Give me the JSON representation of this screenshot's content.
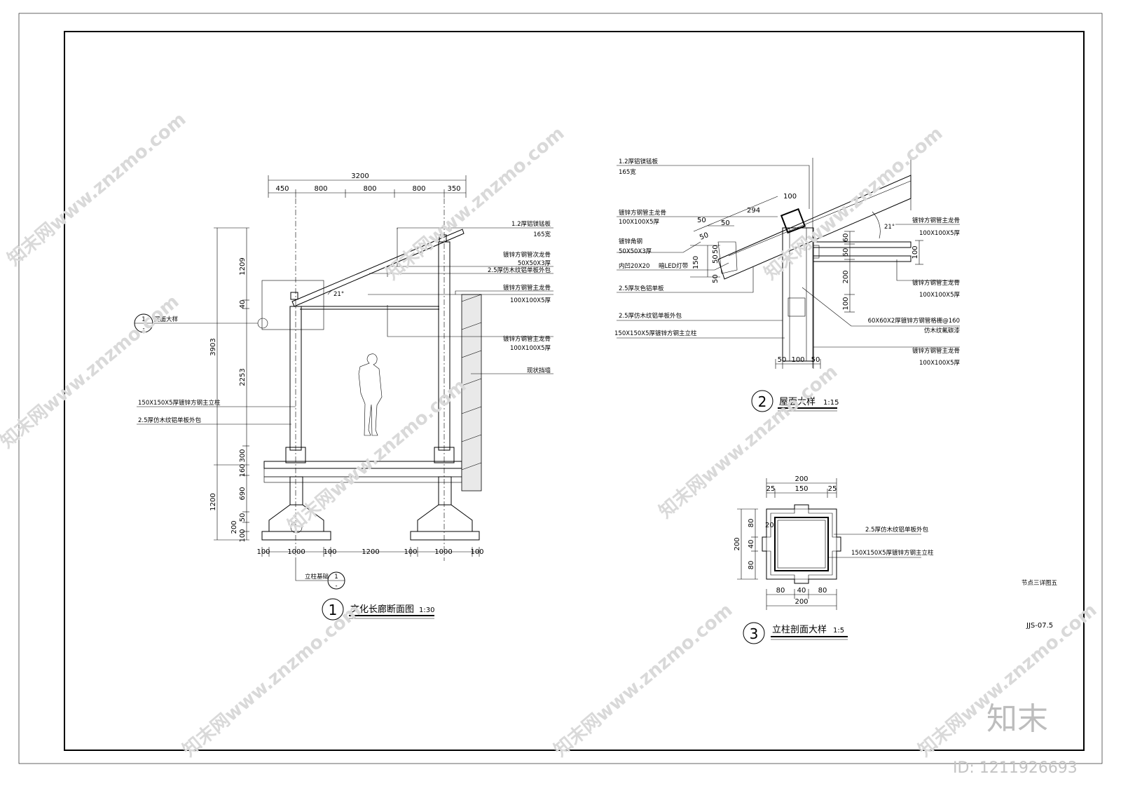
{
  "section1": {
    "title": "文化长廊断面图",
    "scale": "1:30",
    "number": "1",
    "dims_top_total": "3200",
    "dims_top": [
      "450",
      "800",
      "800",
      "800",
      "350"
    ],
    "dims_left_outer": [
      "1209",
      "3903",
      "1200"
    ],
    "dims_left_inner": [
      "40",
      "2253",
      "300",
      "160",
      "690",
      "50",
      "200",
      "100"
    ],
    "dims_bottom": [
      "100",
      "1000",
      "100",
      "1200",
      "100",
      "1000",
      "100"
    ],
    "callouts_right": [
      {
        "a": "1.2厚铝镁锰板",
        "b": "165宽"
      },
      {
        "a": "镀锌方钢管次龙骨",
        "b": "50X50X3厚"
      },
      {
        "a": "2.5厚仿木纹铝单板外包",
        "b": ""
      },
      {
        "a": "镀锌方钢管主龙骨",
        "b": "100X100X5厚"
      },
      {
        "a": "镀锌方钢管主龙骨",
        "b": "100X100X5厚"
      },
      {
        "a": "现状挡墙",
        "b": ""
      }
    ],
    "callouts_left": [
      "150X150X5厚镀锌方钢主立柱",
      "2.5厚仿木纹铝单板外包"
    ],
    "ref_roof": {
      "label": "屋面大样",
      "num": "1",
      "sheet": "-"
    },
    "ref_base": {
      "label": "立柱基础",
      "num": "1",
      "sheet": "-"
    },
    "angle": "21°"
  },
  "detail2": {
    "title": "屋面大样",
    "scale": "1:15",
    "number": "2",
    "callouts_left": [
      {
        "a": "1.2厚铝镁锰板",
        "b": "165宽"
      },
      {
        "a": "镀锌方钢管主龙骨",
        "b": "100X100X5厚"
      },
      {
        "a": "镀锌角钢",
        "b": "50X50X3厚"
      },
      {
        "a": "内凹20X20",
        "b": "暗LED灯带"
      },
      {
        "a": "2.5厚灰色铝单板",
        "b": ""
      },
      {
        "a": "2.5厚仿木纹铝单板外包",
        "b": ""
      },
      {
        "a": "150X150X5厚镀锌方钢主立柱",
        "b": ""
      }
    ],
    "callouts_right": [
      {
        "a": "镀锌方钢管主龙骨",
        "b": "100X100X5厚"
      },
      {
        "a": "镀锌方钢管主龙骨",
        "b": "100X100X5厚"
      },
      {
        "a": "60X60X2厚镀锌方钢管格栅@160",
        "b": "仿木纹氟碳漆"
      },
      {
        "a": "镀锌方钢管主龙骨",
        "b": "100X100X5厚"
      }
    ],
    "dims_top": [
      "100",
      "294",
      "50",
      "50",
      "50",
      "50",
      "150",
      "50",
      "50"
    ],
    "dims_right": [
      "60",
      "60",
      "100",
      "200",
      "100"
    ],
    "dims_bottom": [
      "50",
      "100",
      "50"
    ],
    "angle": "21°"
  },
  "detail3": {
    "title": "立柱剖面大样",
    "scale": "1:5",
    "number": "3",
    "dims_top_total": "200",
    "dims_top": [
      "25",
      "150",
      "25"
    ],
    "dims_left_total": "200",
    "dims_left": [
      "80",
      "40",
      "80"
    ],
    "dim_inner": "20",
    "dims_bottom": [
      "80",
      "40",
      "80"
    ],
    "dims_bottom_total": "200",
    "callouts": [
      "2.5厚仿木纹铝单板外包",
      "150X150X5厚镀锌方钢主立柱"
    ]
  },
  "sheet": {
    "note": "节点三详图五",
    "code": "JJS-07.5",
    "watermark": "知末网www.znzmo.com",
    "logo": "知末",
    "image_id": "ID: 1211926693"
  }
}
